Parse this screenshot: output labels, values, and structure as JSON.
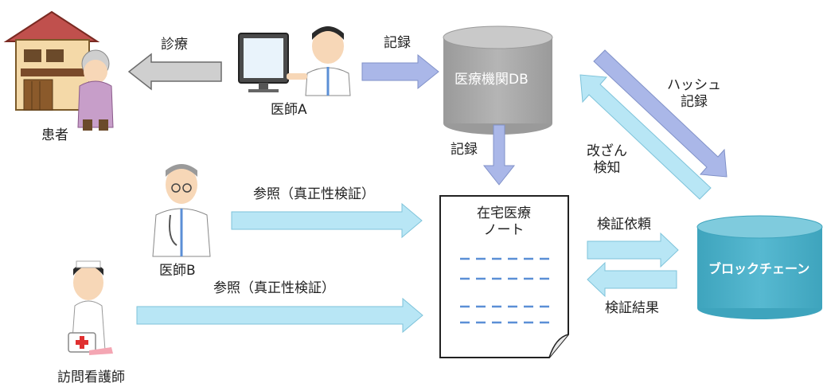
{
  "actors": {
    "patient": "患者",
    "doctor_a": "医師A",
    "doctor_b": "医師B",
    "nurse": "訪問看護師"
  },
  "stores": {
    "hospital_db": "医療機関DB",
    "blockchain": "ブロックチェーン"
  },
  "note": {
    "title_line1": "在宅医療",
    "title_line2": "ノート"
  },
  "flows": {
    "diagnosis": "診療",
    "record_to_db": "記録",
    "record_to_note": "記録",
    "hash_line1": "ハッシュ",
    "hash_line2": "記録",
    "tamper_line1": "改ざん",
    "tamper_line2": "検知",
    "ref_doctor_b": "参照（真正性検証）",
    "ref_nurse": "参照（真正性検証）",
    "verify_request": "検証依頼",
    "verify_result": "検証結果"
  },
  "colors": {
    "light_blue_arrow": "#b8e6f5",
    "periwinkle_arrow": "#aab7e8",
    "gray_arrow": "#cfcfcf",
    "db_gray": "#a6a6a6",
    "blockchain_teal": "#4cafc6",
    "dash_blue": "#5b8fd6"
  }
}
